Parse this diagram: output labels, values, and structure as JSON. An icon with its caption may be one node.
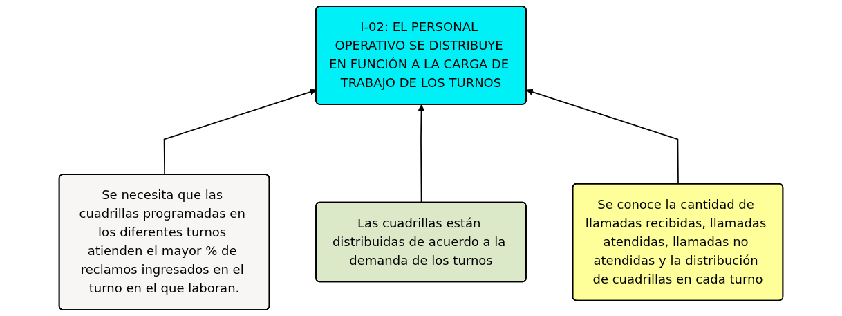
{
  "diagram": {
    "nodes": [
      {
        "text": [
          "I-02: EL PERSONAL OPERATIVO SE DISTRIBUYE EN FUNCIÓN A LA CARGA DE TRABAJO DE LOS TURNOS"
        ]
      },
      {
        "text": [
          "Se necesita que las cuadrillas programadas en los diferentes turnos atienden el mayor % de reclamos ingresados en el turno en el que laboran."
        ]
      },
      {
        "text": [
          "Las cuadrillas están distribuidas de acuerdo a la demanda de los turnos"
        ]
      },
      {
        "text": [
          "Se conoce la cantidad de llamadas recibidas, llamadas atendidas, llamadas no atendidas y la distribución de cuadrillas en cada turno"
        ]
      }
    ],
    "edges": [
      {
        "from": 1,
        "to": 0,
        "arrow": "to"
      },
      {
        "from": 2,
        "to": 0,
        "arrow": "to"
      },
      {
        "from": 3,
        "to": 0,
        "arrow": "to"
      }
    ]
  }
}
